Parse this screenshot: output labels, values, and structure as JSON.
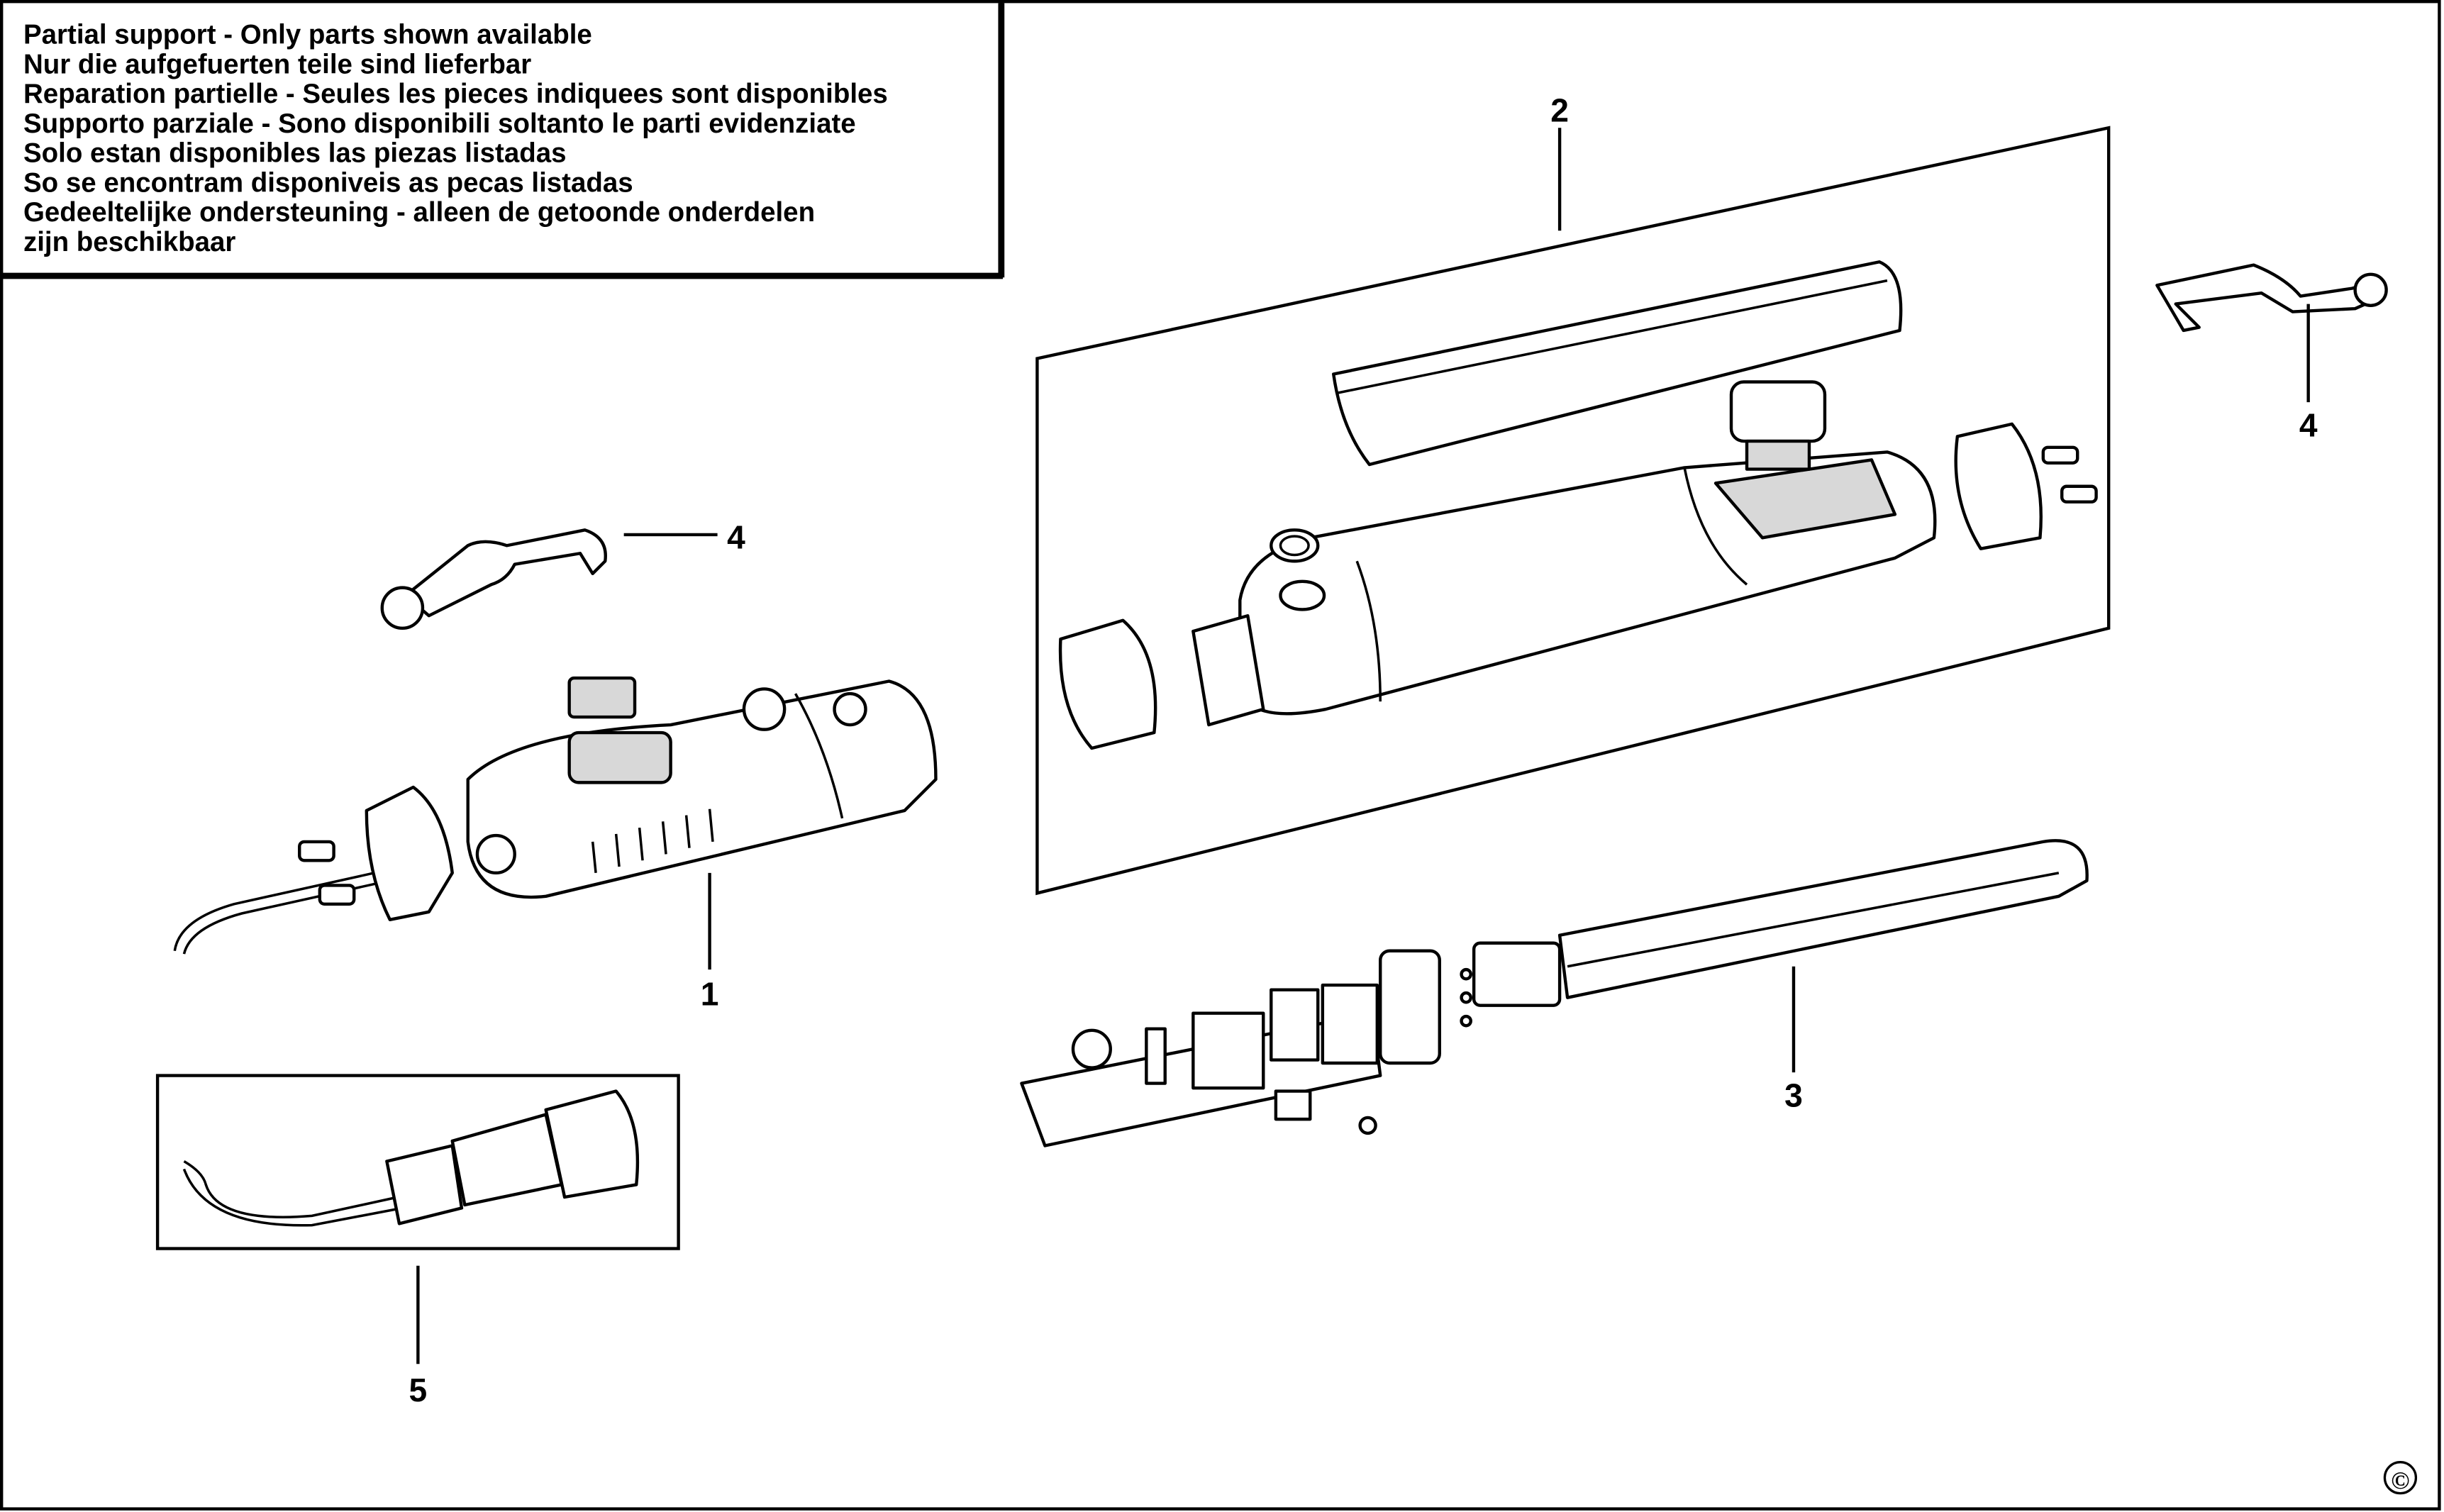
{
  "notice": {
    "lines": [
      "Partial support - Only parts shown available",
      "Nur die aufgefuerten teile sind lieferbar",
      "Reparation partielle - Seules les pieces indiquees sont disponibles",
      "Supporto parziale - Sono disponibili soltanto le parti evidenziate",
      "Solo estan disponibles las piezas listadas",
      "So se encontram disponiveis as pecas listadas",
      "Gedeeltelijke ondersteuning - alleen de getoonde onderdelen",
      "zijn beschikbaar"
    ]
  },
  "callouts": {
    "part1": "1",
    "part2": "2",
    "part3": "3",
    "part4_right": "4",
    "part4_left": "4",
    "part5": "5"
  },
  "copyright": "©"
}
